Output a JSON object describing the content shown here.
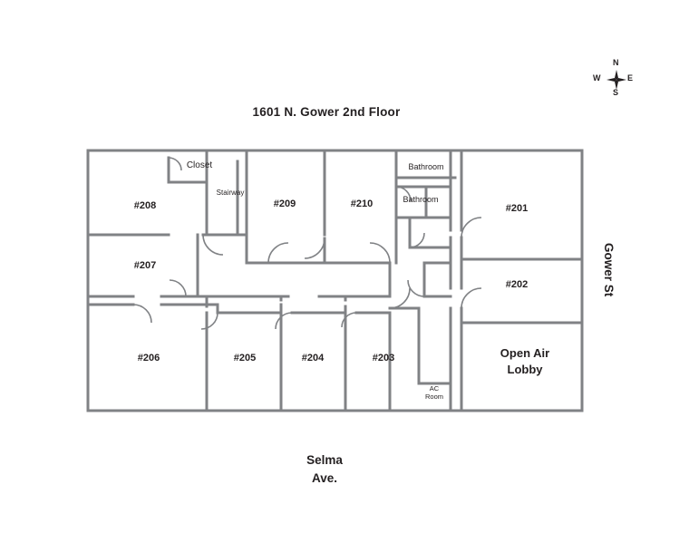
{
  "title": "1601 N. Gower 2nd Floor",
  "compass": {
    "north": "N",
    "south": "S",
    "west": "W",
    "east": "E"
  },
  "streets": {
    "east": "Gower St",
    "south_line1": "Selma",
    "south_line2": "Ave."
  },
  "rooms": [
    {
      "id": "208",
      "label": "#208"
    },
    {
      "id": "207",
      "label": "#207"
    },
    {
      "id": "206",
      "label": "#206"
    },
    {
      "id": "205",
      "label": "#205"
    },
    {
      "id": "204",
      "label": "#204"
    },
    {
      "id": "203",
      "label": "#203"
    },
    {
      "id": "209",
      "label": "#209"
    },
    {
      "id": "210",
      "label": "#210"
    },
    {
      "id": "201",
      "label": "#201"
    },
    {
      "id": "202",
      "label": "#202"
    }
  ],
  "features": {
    "closet": "Closet",
    "stairway": "Stairway",
    "bathroom_upper": "Bathroom",
    "bathroom_lower": "Bathroom",
    "ac_room_line1": "AC",
    "ac_room_line2": "Room",
    "lobby_line1": "Open Air",
    "lobby_line2": "Lobby"
  },
  "colors": {
    "wall": "#808285",
    "text": "#231f20",
    "background": "#ffffff"
  }
}
